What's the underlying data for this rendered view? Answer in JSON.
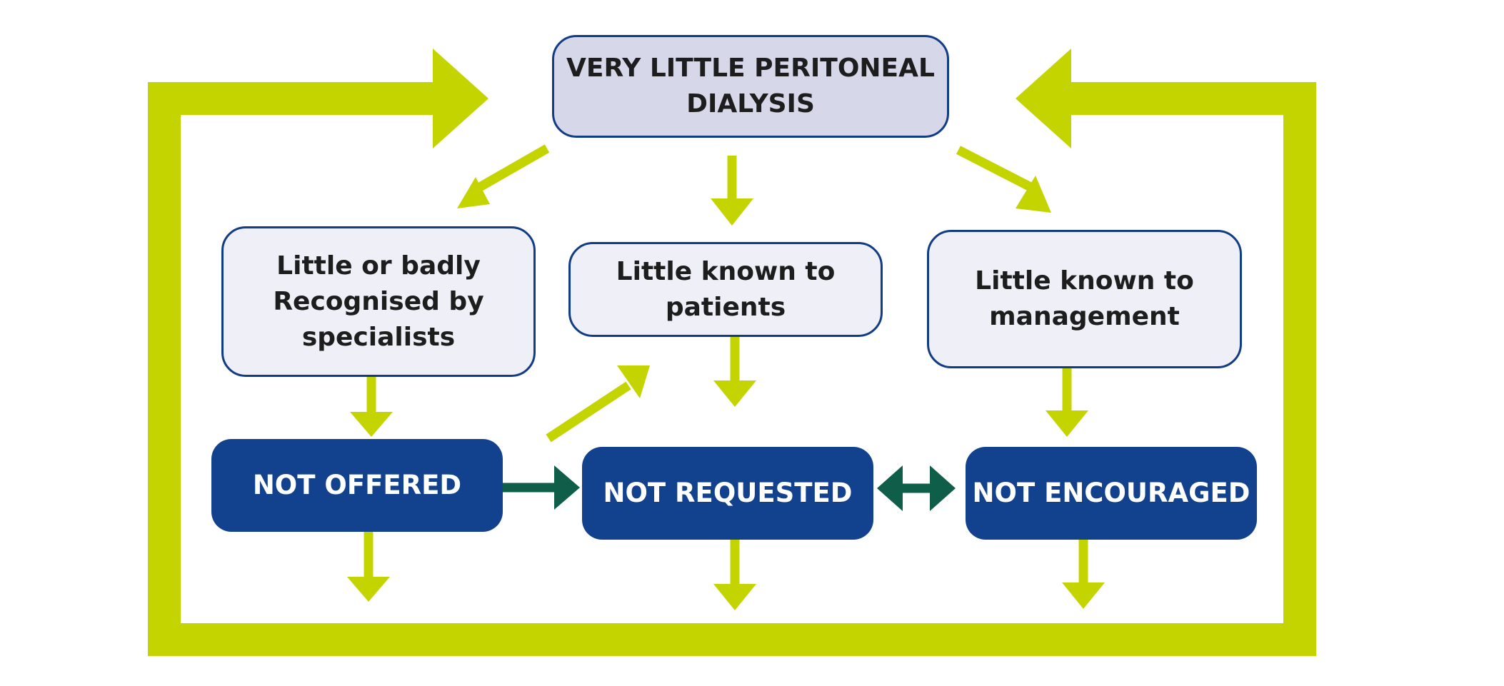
{
  "diagram": {
    "top_box": {
      "line1": "VERY LITTLE PERITONEAL",
      "line2": "DIALYSIS"
    },
    "middle_boxes": {
      "specialists": {
        "line1": "Little or badly",
        "line2": "Recognised by",
        "line3": "specialists"
      },
      "patients": {
        "line1": "Little known to",
        "line2": "patients"
      },
      "management": {
        "line1": "Little known to",
        "line2": "management"
      }
    },
    "bottom_boxes": {
      "not_offered": "NOT OFFERED",
      "not_requested": "NOT REQUESTED",
      "not_encouraged": "NOT ENCOURAGED"
    },
    "colors": {
      "lime_arrow": "#c4d400",
      "dark_green_arrow": "#0f5e4a",
      "dark_box": "#12418d",
      "top_box_fill": "#d6d8ea",
      "light_box_fill": "#eeeff7",
      "box_border": "#123c86"
    }
  }
}
